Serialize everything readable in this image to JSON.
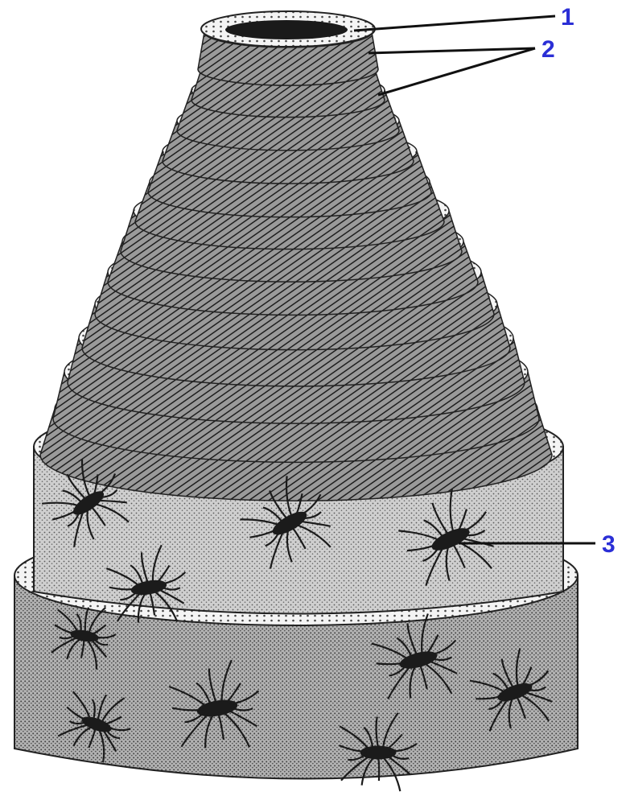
{
  "callouts": [
    {
      "id": "1",
      "text": "1"
    },
    {
      "id": "2",
      "text": "2"
    },
    {
      "id": "3",
      "text": "3"
    }
  ],
  "colors": {
    "label": "#2b2fd6",
    "ink": "#111111",
    "paper": "#ffffff",
    "lamella_shade": "#8c8c8c",
    "lamella_light": "#d9d9d9",
    "matrix_fill": "#bdbdbd"
  }
}
